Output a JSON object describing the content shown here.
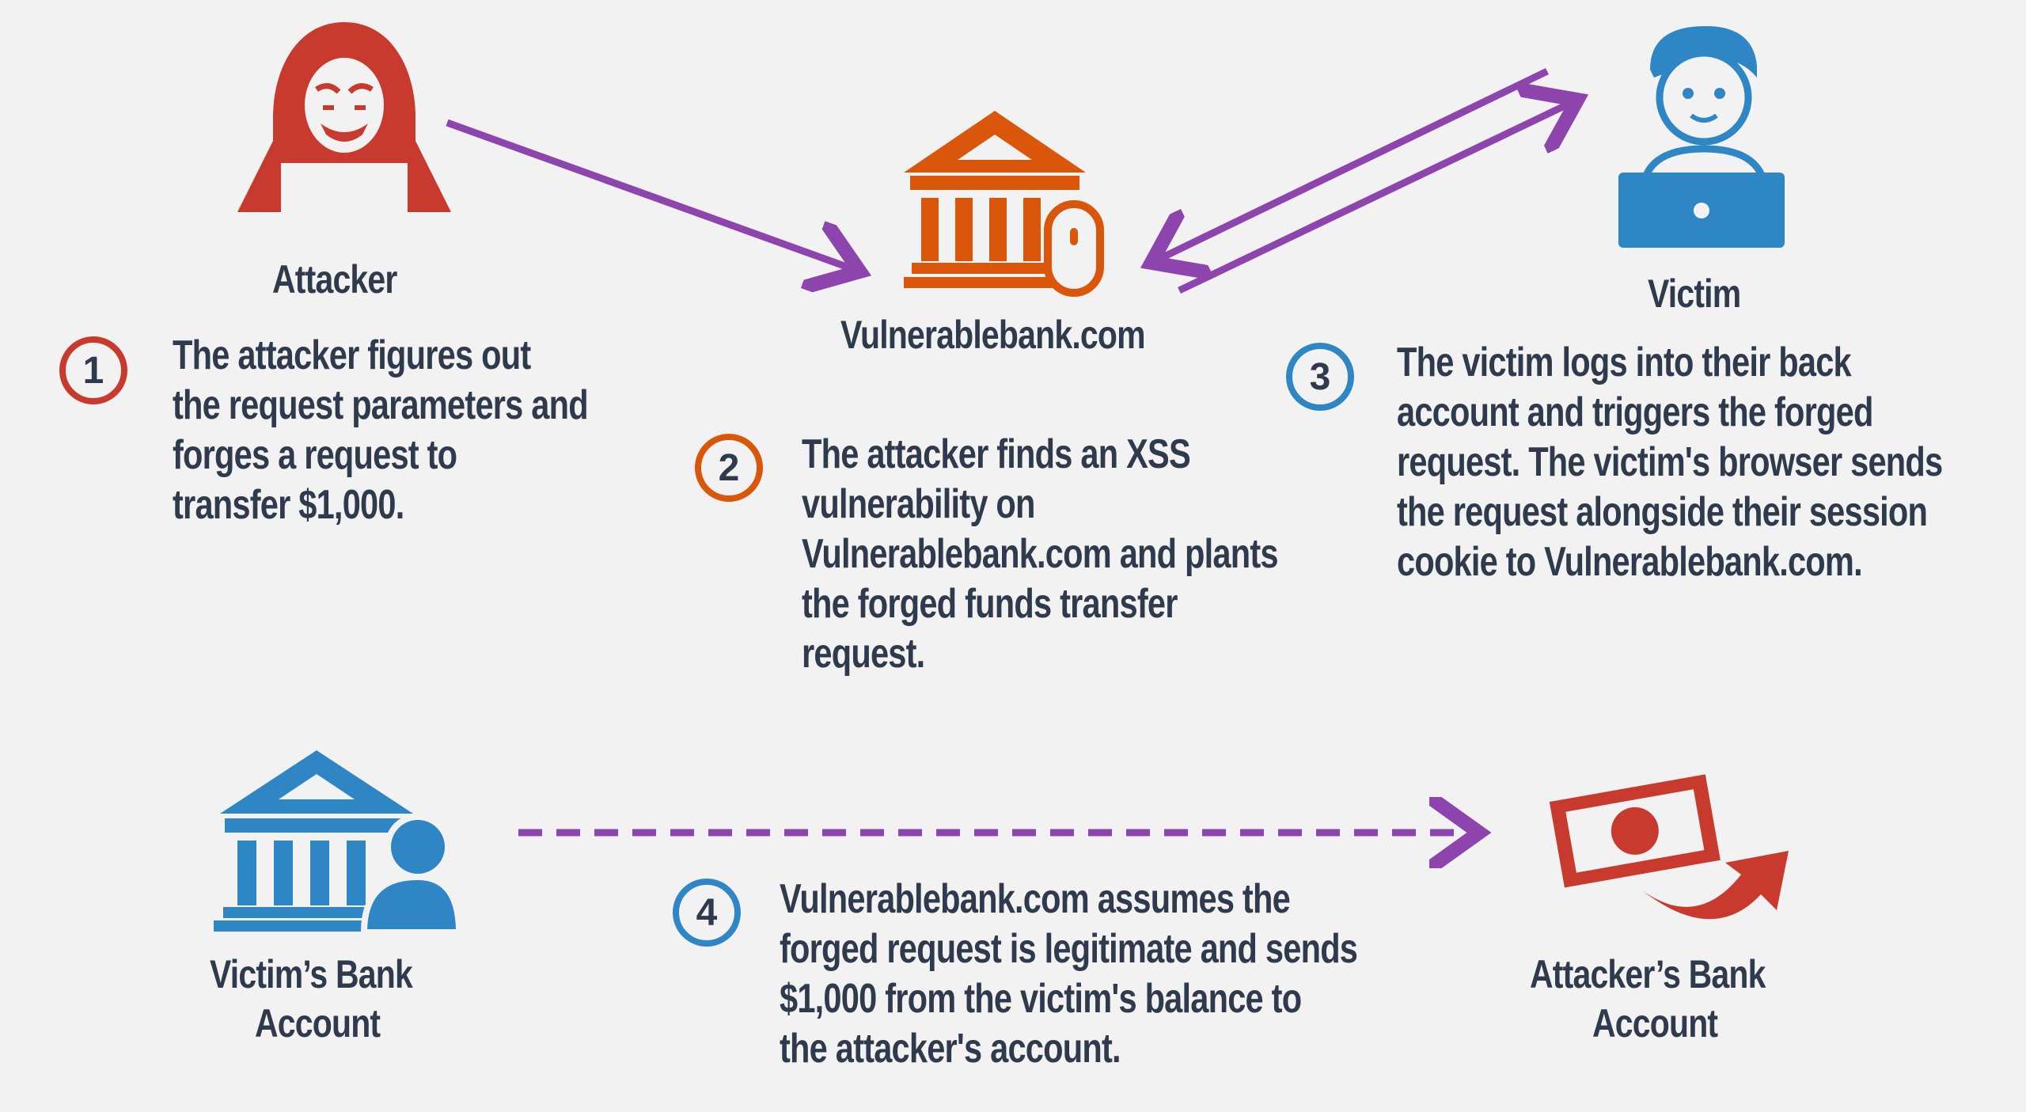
{
  "colors": {
    "attacker": "#c93a2e",
    "bank": "#d9560b",
    "victim": "#2f86c4",
    "arrow": "#8e44ad",
    "text": "#2f3b4c",
    "background": "#f2f2f2"
  },
  "actors": {
    "attacker": {
      "label": "Attacker",
      "icon": "hooded-hacker-icon"
    },
    "vulnerable_bank": {
      "label": "Vulnerablebank.com",
      "icon": "bank-with-mouse-icon"
    },
    "victim": {
      "label": "Victim",
      "icon": "user-with-laptop-icon"
    },
    "victim_bank": {
      "label_line1": "Victim’s Bank",
      "label_line2": "Account",
      "icon": "bank-with-user-icon"
    },
    "attacker_bank": {
      "label_line1": "Attacker’s Bank",
      "label_line2": "Account",
      "icon": "money-transfer-icon"
    }
  },
  "steps": [
    {
      "number": "1",
      "lines": [
        "The attacker figures out",
        "the request parameters and",
        "forges a request to",
        "transfer $1,000."
      ]
    },
    {
      "number": "2",
      "lines": [
        "The attacker finds an XSS",
        "vulnerability on",
        "Vulnerablebank.com and plants",
        "the forged funds transfer",
        "request."
      ]
    },
    {
      "number": "3",
      "lines": [
        "The victim logs into their back",
        "account and triggers the forged",
        "request. The victim's browser sends",
        "the request alongside their session",
        "cookie to Vulnerablebank.com."
      ]
    },
    {
      "number": "4",
      "lines": [
        "Vulnerablebank.com assumes the",
        "forged request is legitimate and sends",
        "$1,000 from the victim's balance to",
        "the attacker's account."
      ]
    }
  ]
}
